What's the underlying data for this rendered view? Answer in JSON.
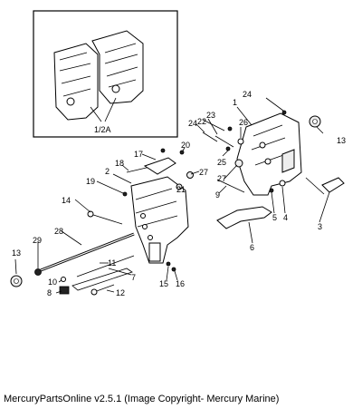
{
  "caption": "MercuryPartsOnline v2.5.1 (Image Copyright- Mercury Marine)",
  "inset_label": "1/2A",
  "part_labels": {
    "p1": "1",
    "p2": "2",
    "p3": "3",
    "p4": "4",
    "p5": "5",
    "p6": "6",
    "p7": "7",
    "p8": "8",
    "p9": "9",
    "p10": "10",
    "p11": "11",
    "p12": "12",
    "p13a": "13",
    "p13b": "13",
    "p14": "14",
    "p15": "15",
    "p16": "16",
    "p17": "17",
    "p18": "18",
    "p19": "19",
    "p20": "20",
    "p21": "21",
    "p22": "22",
    "p23": "23",
    "p24a": "24",
    "p24b": "24",
    "p25": "25",
    "p26": "26",
    "p27a": "27",
    "p27b": "27",
    "p28": "28",
    "p29": "29"
  }
}
